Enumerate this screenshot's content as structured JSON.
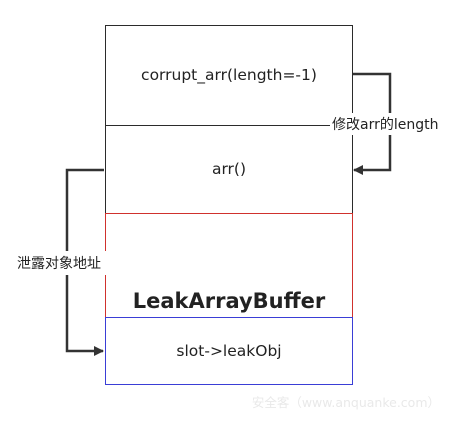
{
  "boxes": {
    "corrupt_arr": "corrupt_arr(length=-1)",
    "arr": "arr()",
    "leak_array_buffer": "LeakArrayBuffer",
    "slot": "slot->leakObj"
  },
  "annotations": {
    "modify_length": "修改arr的length",
    "leak_address": "泄露对象地址"
  },
  "watermark": "安全客（www.anquanke.com）",
  "colors": {
    "outline": "#2b2b2b",
    "red_border": "#d0312d",
    "blue_border": "#3a3ed6",
    "arrow": "#333333"
  }
}
